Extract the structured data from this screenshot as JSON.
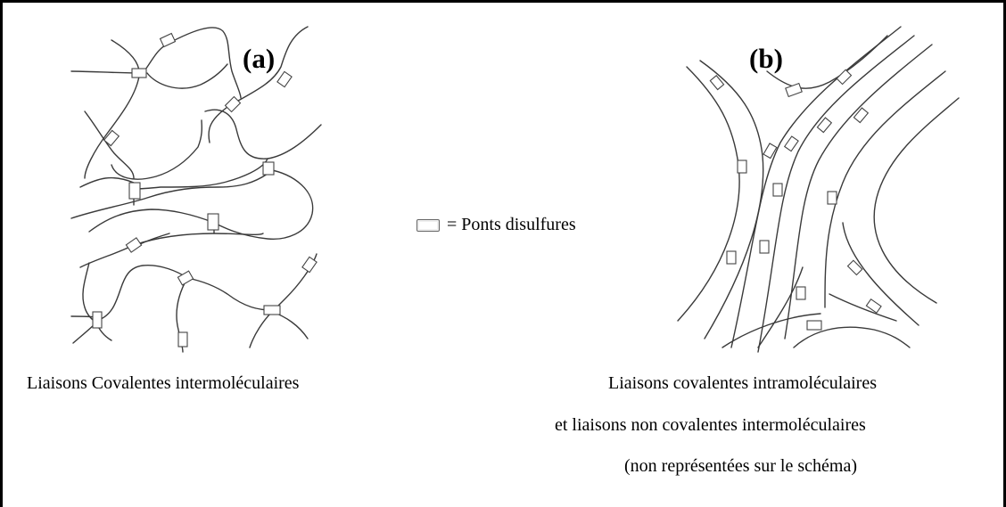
{
  "diagram": {
    "panel_a_label": "(a)",
    "panel_b_label": "(b)",
    "legend_text": "= Ponts disulfures",
    "caption_a": "Liaisons Covalentes intermoléculaires",
    "caption_b_line1": "Liaisons covalentes intramoléculaires",
    "caption_b_line2": "et liaisons non covalentes intermoléculaires",
    "caption_b_line3": "(non  représentées sur le schéma)"
  }
}
